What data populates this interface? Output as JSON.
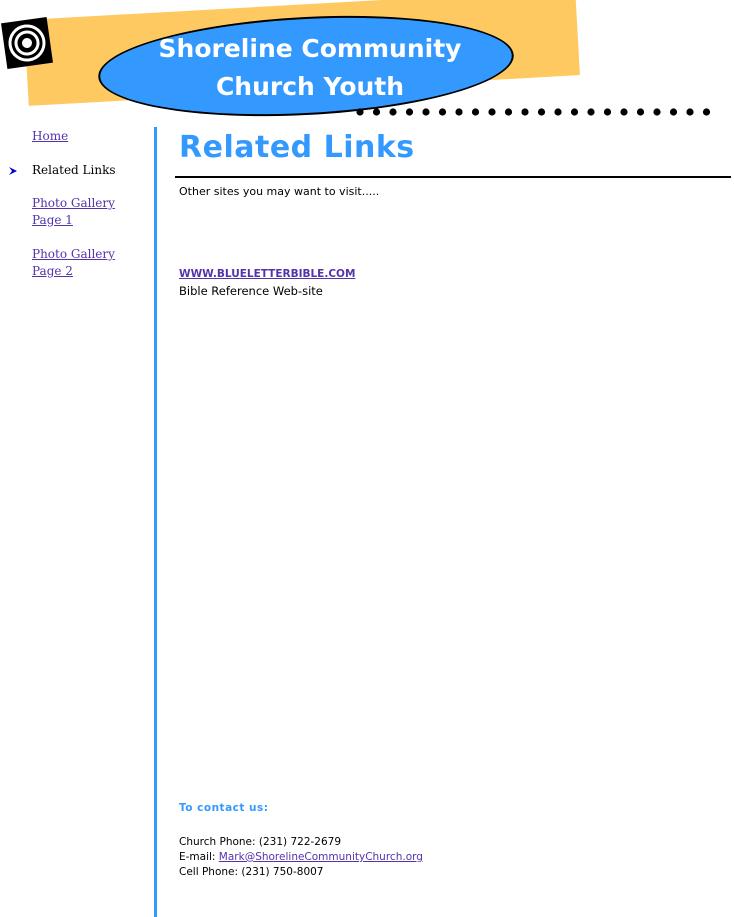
{
  "header": {
    "title_line1": "Shoreline Community",
    "title_line2": "Church Youth"
  },
  "nav": {
    "items": [
      {
        "label": "Home",
        "link": true
      },
      {
        "label": "Related Links",
        "link": false,
        "current": true
      },
      {
        "label": "Photo Gallery Page 1",
        "link": true
      },
      {
        "label": "Photo Gallery Page 2",
        "link": true
      }
    ]
  },
  "main": {
    "title": "Related Links",
    "intro": "Other sites you may want to visit.....",
    "links": [
      {
        "label": "WWW.BLUELETTERBIBLE.COM",
        "description": "Bible Reference Web-site"
      }
    ]
  },
  "contact": {
    "heading": "To contact us:",
    "phone": "Church Phone: (231) 722-2679",
    "email_prefix": "E-mail: ",
    "email": "Mark@ShorelineCommunityChurch.org",
    "cell": "Cell Phone: (231) 750-8007"
  },
  "colors": {
    "accent_blue": "#3399FF",
    "band_yellow": "#FFC961",
    "link_purple": "#5533AA"
  }
}
